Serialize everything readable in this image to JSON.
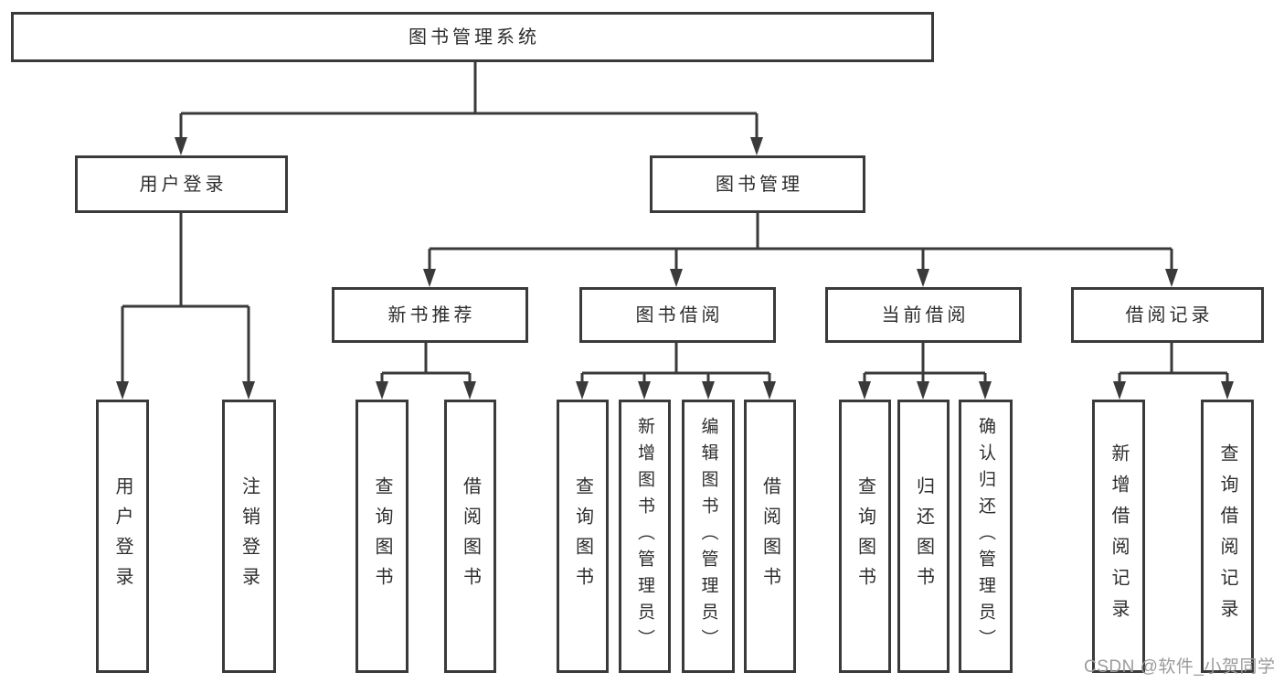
{
  "diagram": {
    "root": {
      "label": "图书管理系统"
    },
    "level2": {
      "user_login": {
        "label": "用户登录"
      },
      "book_mgmt": {
        "label": "图书管理"
      }
    },
    "level3": {
      "new_books": {
        "label": "新书推荐"
      },
      "borrowing": {
        "label": "图书借阅"
      },
      "current": {
        "label": "当前借阅"
      },
      "records": {
        "label": "借阅记录"
      }
    },
    "leaves": {
      "user_login": [
        "用户登录",
        "注销登录"
      ],
      "new_books": [
        "查询图书",
        "借阅图书"
      ],
      "borrowing": [
        "查询图书",
        "新增图书（管理员）",
        "编辑图书（管理员）",
        "借阅图书"
      ],
      "current": [
        "查询图书",
        "归还图书",
        "确认归还（管理员）"
      ],
      "records": [
        "新增借阅记录",
        "查询借阅记录"
      ]
    },
    "colors": {
      "line": "#3a3a3a",
      "text": "#2d2d2d",
      "background": "#ffffff",
      "watermark": "#9b9b9b"
    }
  },
  "watermark": {
    "text": "CSDN @软件_小贺同学"
  }
}
